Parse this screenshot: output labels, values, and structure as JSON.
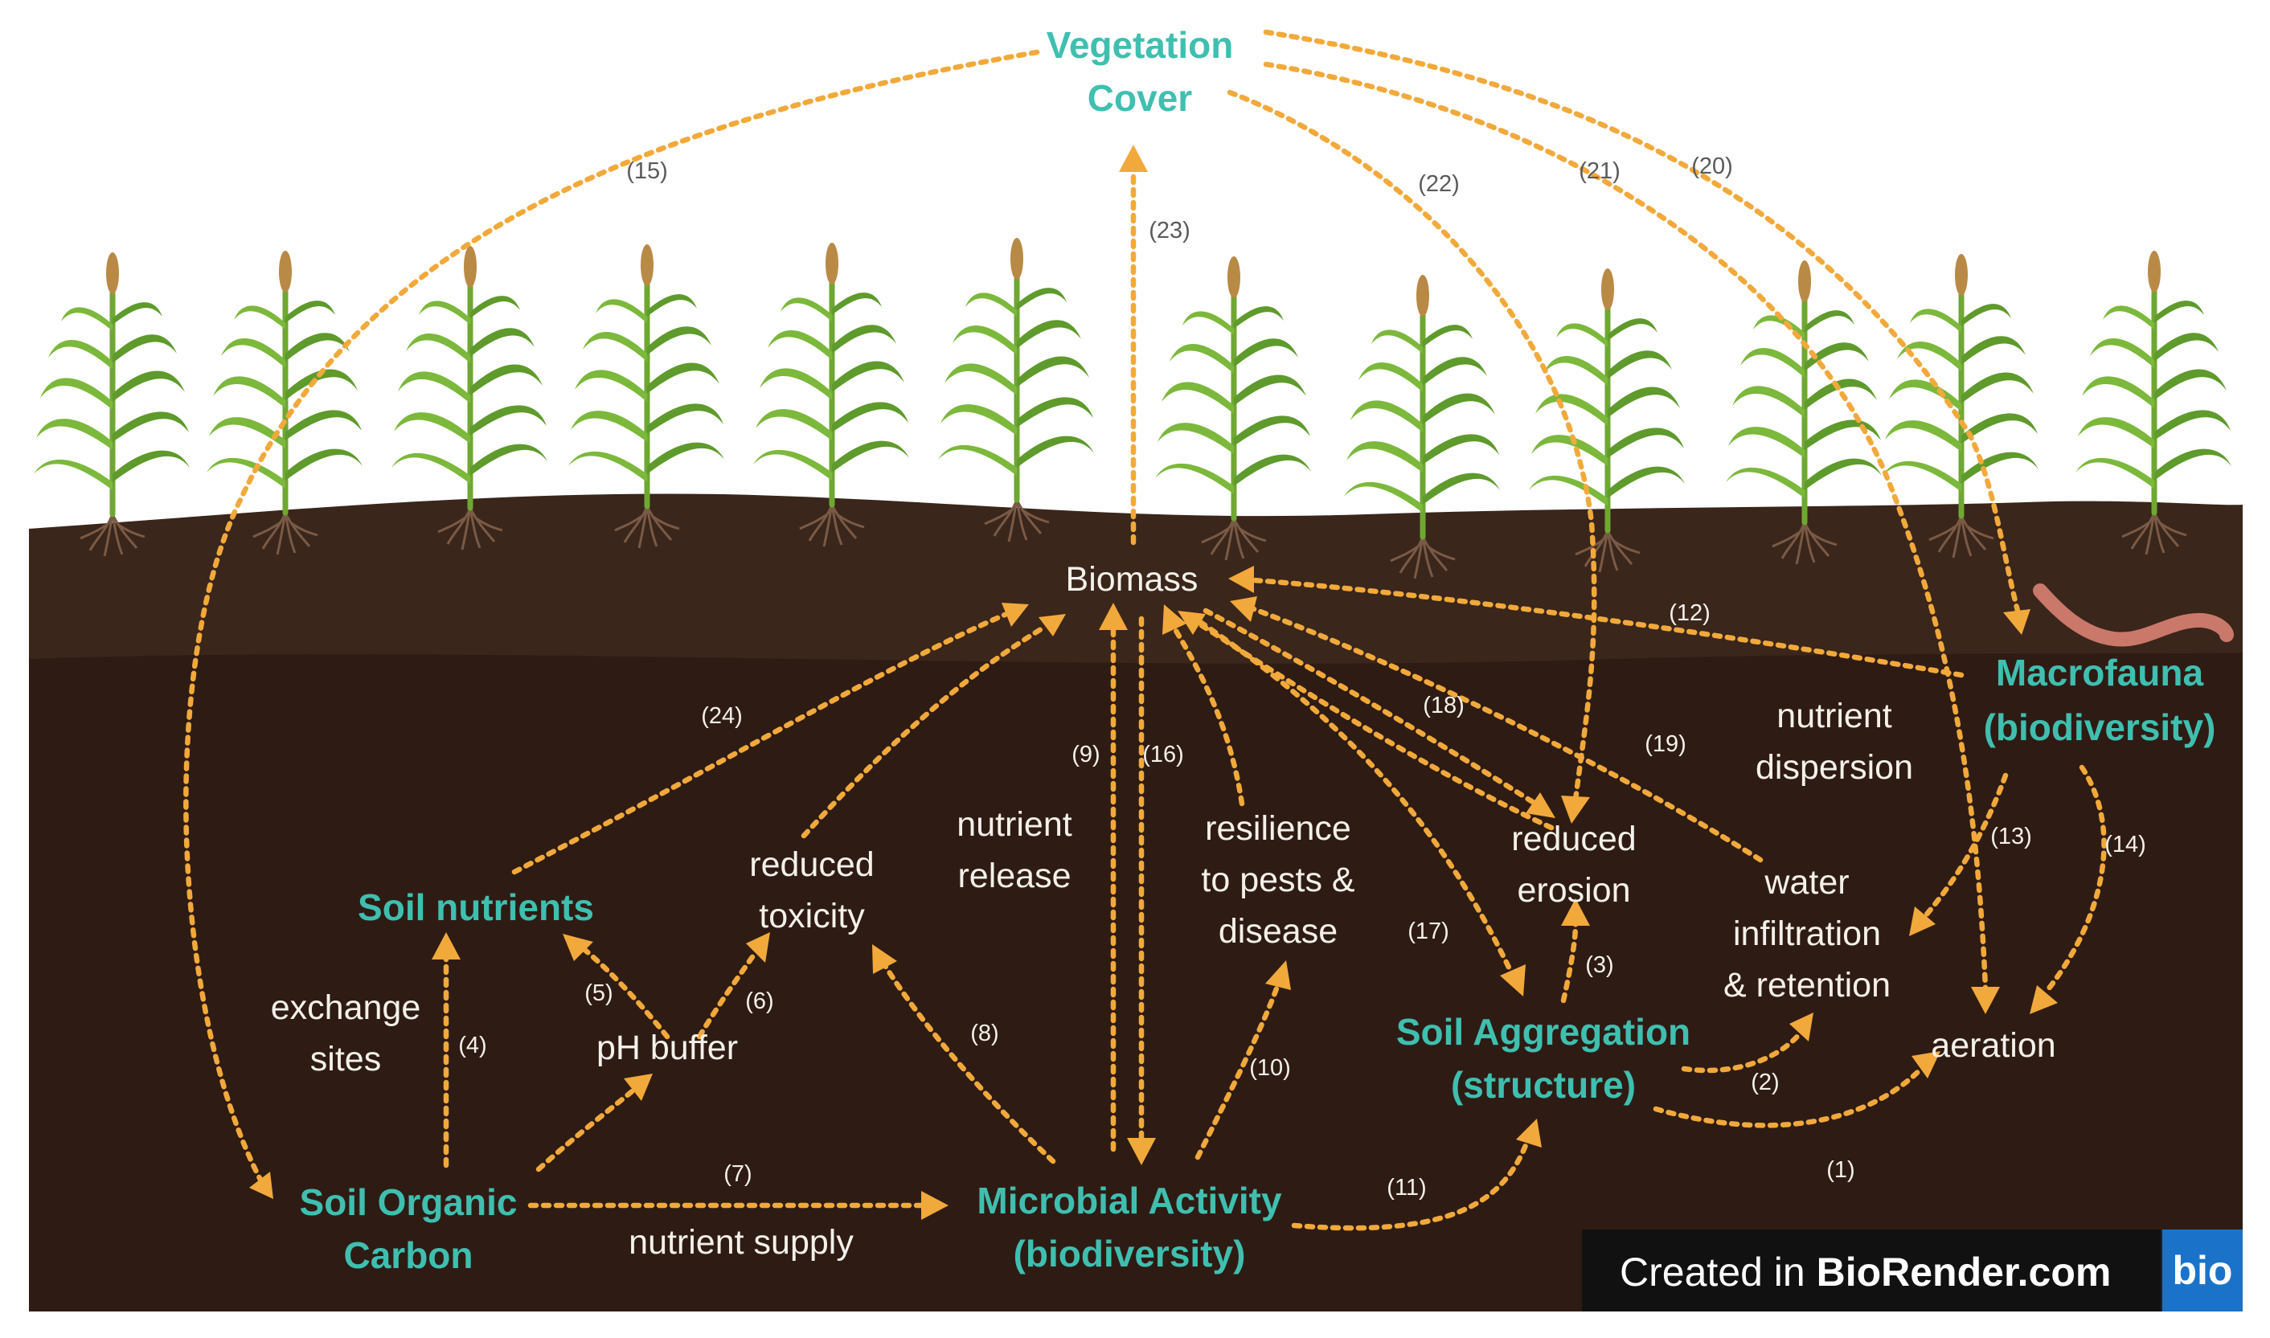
{
  "nodes": {
    "vegetation_cover": [
      "Vegetation",
      "Cover"
    ],
    "biomass": "Biomass",
    "soil_nutrients": "Soil nutrients",
    "soil_organic_carbon": [
      "Soil Organic",
      "Carbon"
    ],
    "microbial_activity": [
      "Microbial Activity",
      "(biodiversity)"
    ],
    "soil_aggregation": [
      "Soil Aggregation",
      "(structure)"
    ],
    "macrofauna": [
      "Macrofauna",
      "(biodiversity)"
    ]
  },
  "labels": {
    "exchange_sites": [
      "exchange",
      "sites"
    ],
    "ph_buffer": "pH buffer",
    "reduced_toxicity": [
      "reduced",
      "toxicity"
    ],
    "nutrient_release": [
      "nutrient",
      "release"
    ],
    "resilience": [
      "resilience",
      "to pests &",
      "disease"
    ],
    "reduced_erosion": [
      "reduced",
      "erosion"
    ],
    "water_infiltration": [
      "water",
      "infiltration",
      "& retention"
    ],
    "nutrient_dispersion": [
      "nutrient",
      "dispersion"
    ],
    "aeration": "aeration",
    "nutrient_supply": "nutrient supply"
  },
  "arrow_numbers": [
    "(1)",
    "(2)",
    "(3)",
    "(4)",
    "(5)",
    "(6)",
    "(7)",
    "(8)",
    "(9)",
    "(10)",
    "(11)",
    "(12)",
    "(13)",
    "(14)",
    "(15)",
    "(16)",
    "(17)",
    "(18)",
    "(19)",
    "(20)",
    "(21)",
    "(22)",
    "(23)",
    "(24)"
  ],
  "badge": {
    "prefix": "Created in ",
    "brand": "BioRender.com",
    "logo": "bio"
  },
  "colors": {
    "arrow": "#f2a93b",
    "node_text": "#3fbfb0",
    "soil": "#2e1c14"
  },
  "icons": [
    "plant-icon",
    "earthworm-icon",
    "biorender-logo-icon"
  ]
}
